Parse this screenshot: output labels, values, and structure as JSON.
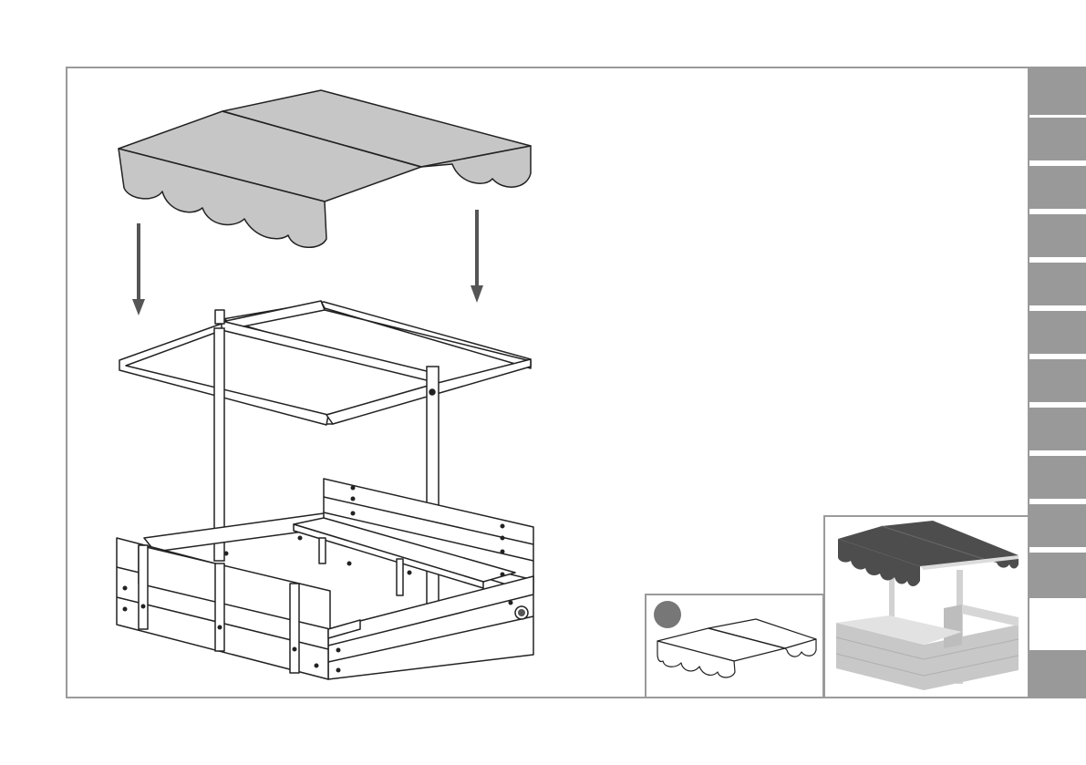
{
  "colors": {
    "frame_border": "#9a9a9a",
    "tab_fill": "#999999",
    "canopy_fill": "#c6c6c6",
    "arrow": "#555555",
    "step_dot": "#777777",
    "photo_canopy": "#4d4d4d",
    "photo_wood": "#c8c8c8"
  },
  "side_tabs": {
    "count": 11
  },
  "icons": {
    "main": "sandbox-canopy-assembly-illustration",
    "arrows": "down-arrow-icon",
    "inset_small": "canopy-detail-illustration",
    "inset_large": "assembled-sandbox-preview"
  }
}
